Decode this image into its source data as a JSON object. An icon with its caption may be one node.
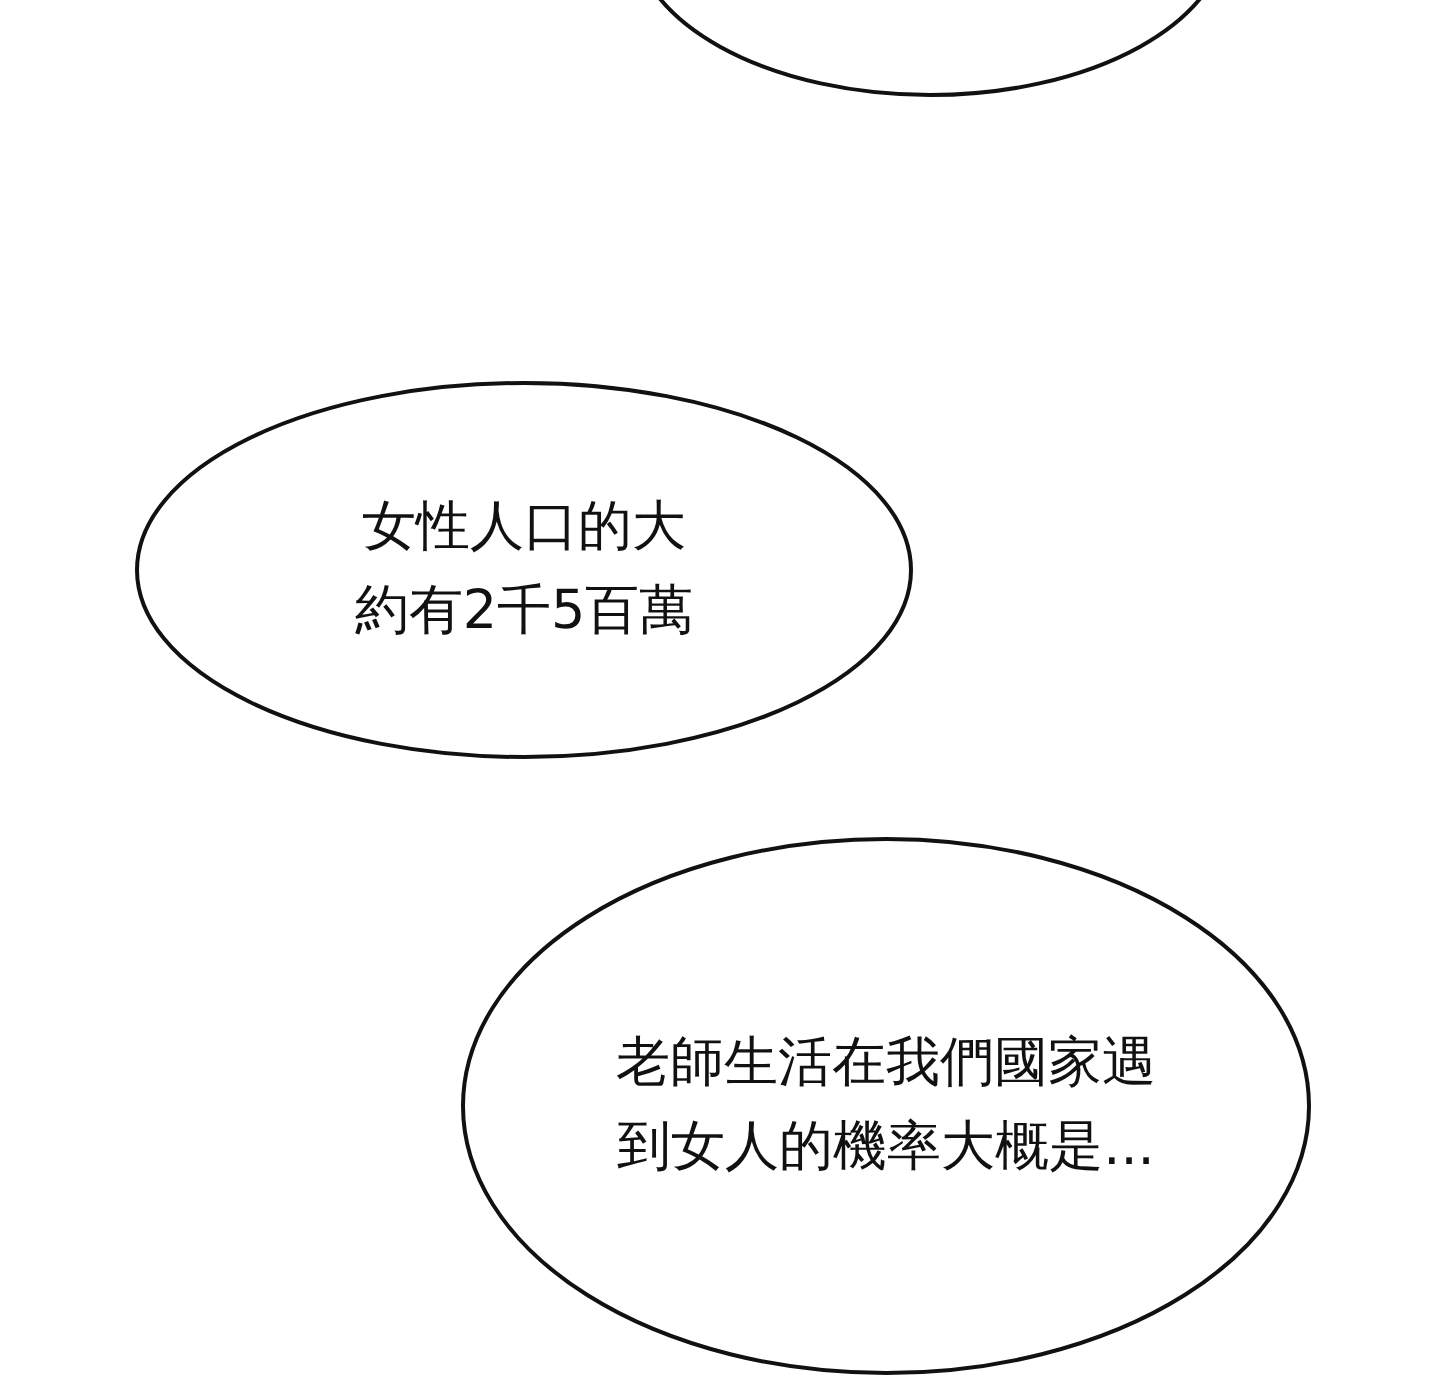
{
  "diagram": {
    "nodes": [
      {
        "text": [],
        "shape": "ellipse"
      },
      {
        "text": [
          "女性人口的大約有2千5百萬"
        ]
      },
      {
        "text": [
          "老師生活在我們國家遇到女人的機率大概是..."
        ]
      }
    ]
  }
}
